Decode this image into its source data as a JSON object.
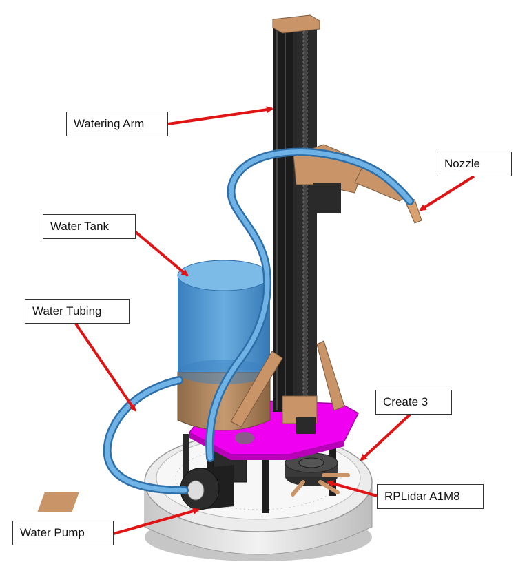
{
  "labels": {
    "watering_arm": "Watering Arm",
    "nozzle": "Nozzle",
    "water_tank": "Water Tank",
    "water_tubing": "Water Tubing",
    "create3": "Create 3",
    "rplidar": "RPLidar A1M8",
    "water_pump": "Water Pump"
  },
  "colors": {
    "arrow": "#e01414",
    "mount_plate": "#f000f0",
    "tank": "#4a8fc8",
    "tubing": "#5aa0d8",
    "bronze": "#c89468",
    "base": "#dcdcdc",
    "rail": "#1c1c1c"
  }
}
